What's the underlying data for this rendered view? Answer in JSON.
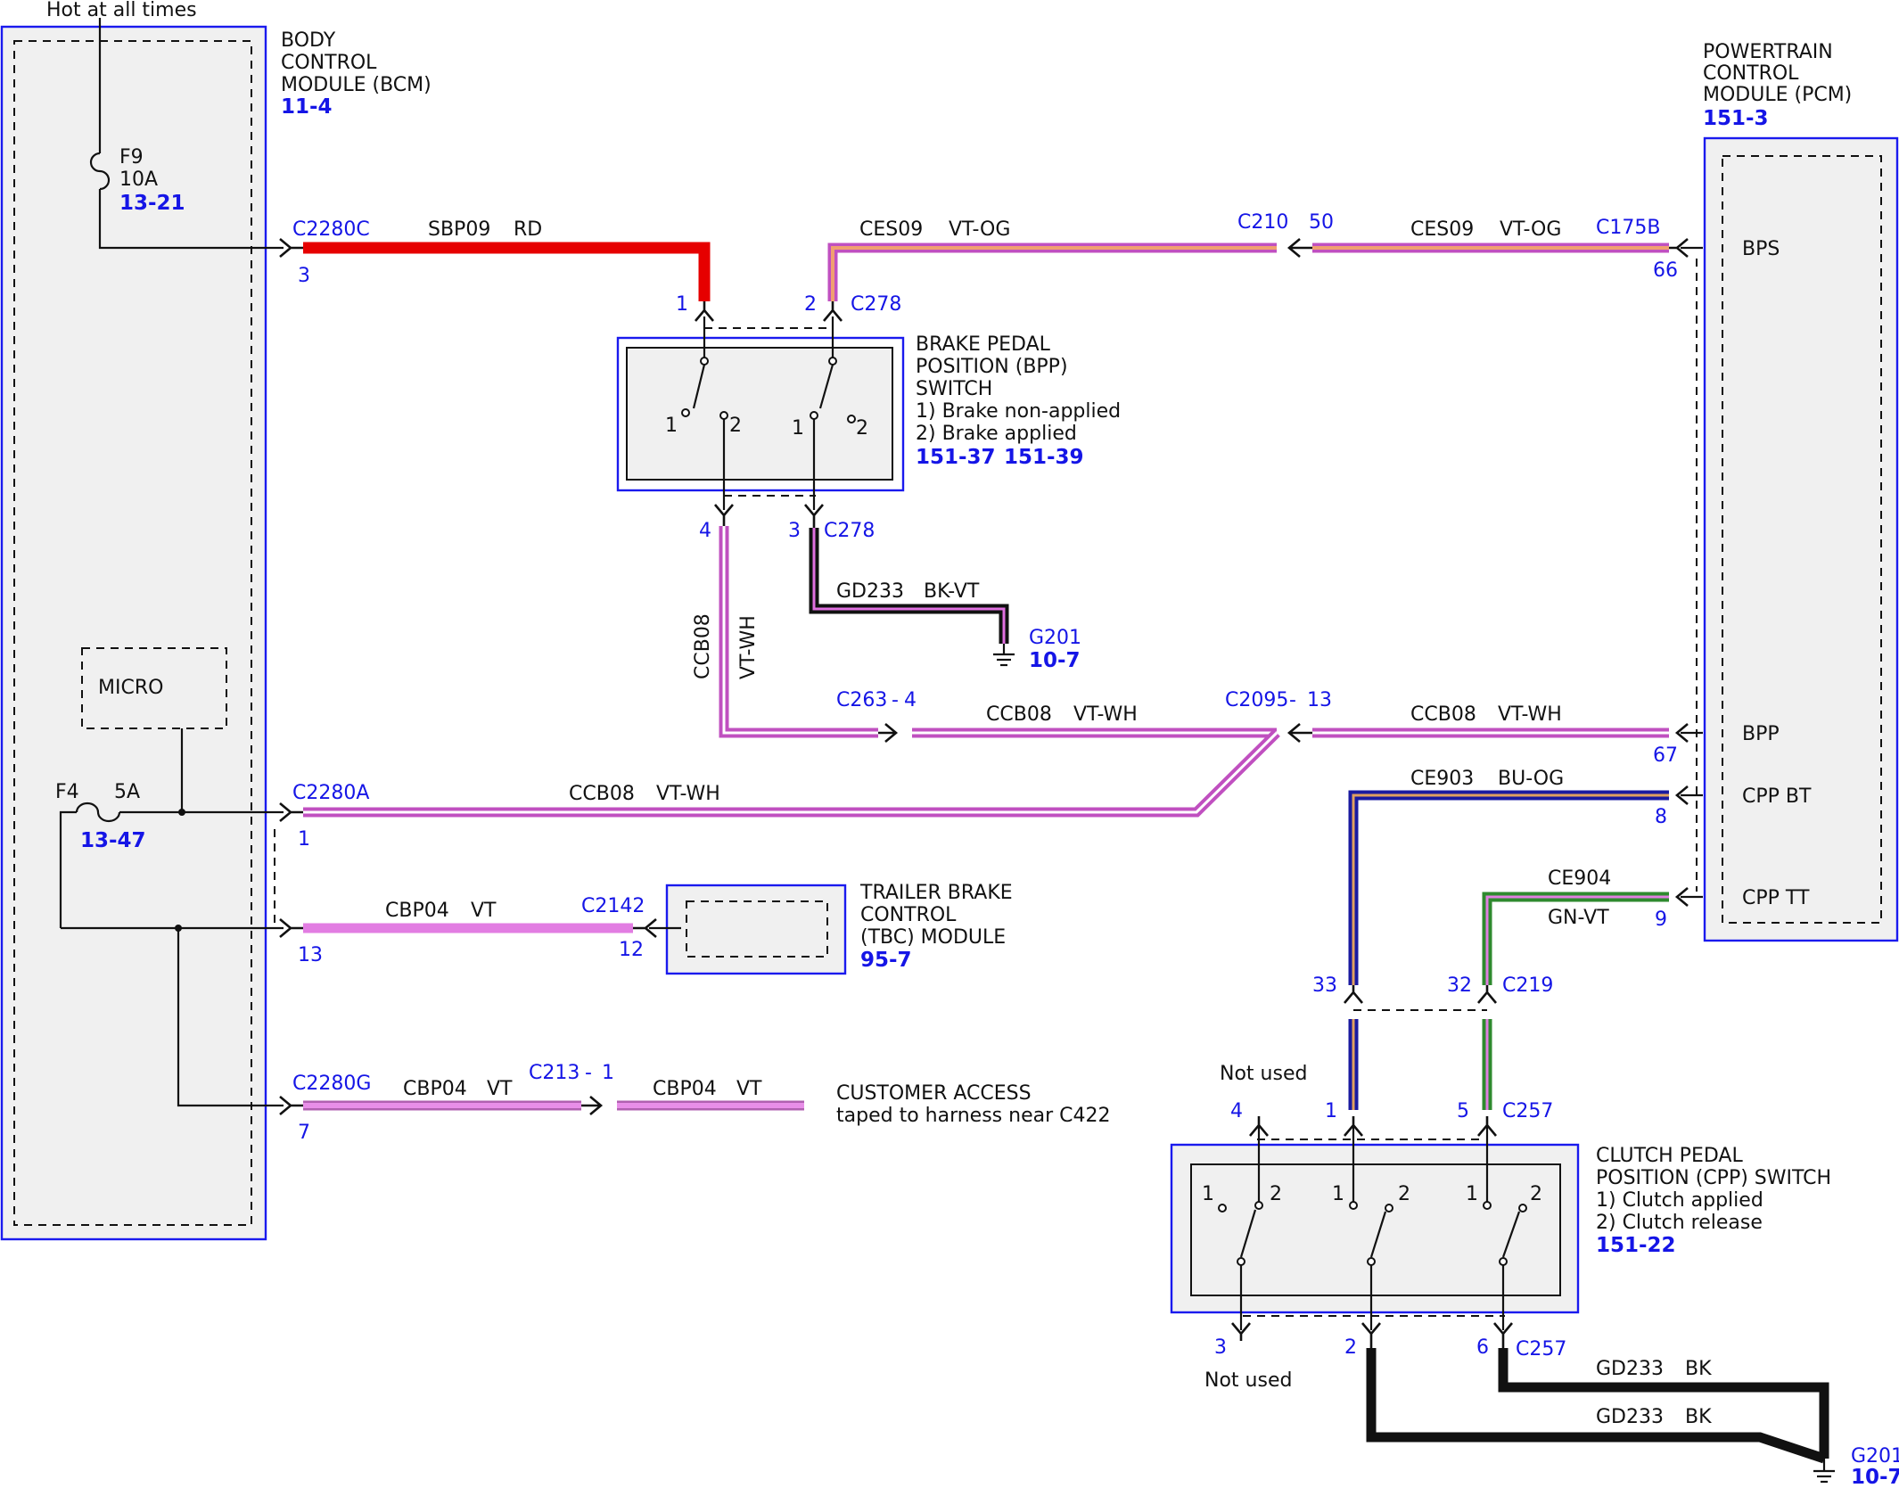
{
  "colors": {
    "blue": "#1515e6",
    "red": "#e60000",
    "pink": "#e68ae6",
    "violet": "#e27de2",
    "orange": "#f0a060",
    "navy": "#1a1aa0",
    "green": "#2e8a2e",
    "black": "#111111"
  },
  "header": {
    "hot": "Hot at all times"
  },
  "bcm": {
    "line1": "BODY",
    "line2": "CONTROL",
    "line3": "MODULE (BCM)",
    "ref": "11-4",
    "micro": "MICRO"
  },
  "f9": {
    "name": "F9",
    "rating": "10A",
    "ref": "13-21"
  },
  "f4": {
    "name": "F4",
    "rating": "5A",
    "ref": "13-47"
  },
  "pcm": {
    "line1": "POWERTRAIN",
    "line2": "CONTROL",
    "line3": "MODULE (PCM)",
    "ref": "151-3",
    "bps": "BPS",
    "bpp": "BPP",
    "cppbt": "CPP BT",
    "cpptt": "CPP TT"
  },
  "bpp": {
    "line1": "BRAKE PEDAL",
    "line2": "POSITION (BPP)",
    "line3": "SWITCH",
    "line4": "1) Brake non-applied",
    "line5": "2) Brake applied",
    "ref1": "151-37",
    "ref2": "151-39",
    "p1": "1",
    "p2": "2"
  },
  "tbc": {
    "line1": "TRAILER BRAKE",
    "line2": "CONTROL",
    "line3": "(TBC) MODULE",
    "ref": "95-7"
  },
  "cpp": {
    "line1": "CLUTCH PEDAL",
    "line2": "POSITION (CPP) SWITCH",
    "line3": "1) Clutch applied",
    "line4": "2) Clutch release",
    "ref": "151-22",
    "p1": "1",
    "p2": "2"
  },
  "customer": {
    "line1": "CUSTOMER ACCESS",
    "line2": "taped to harness near C422"
  },
  "notused": "Not used",
  "connectors": {
    "c2280c": "C2280C",
    "c2280a": "C2280A",
    "c2280g": "C2280G",
    "c278": "C278",
    "c210": "C210",
    "c175b": "C175B",
    "c263": "C263",
    "c2095": "C2095",
    "c2142": "C2142",
    "c213": "C213",
    "c219": "C219",
    "c257": "C257",
    "g201": "G201",
    "g201ref": "10-7"
  },
  "dash_sep": "-",
  "pins": {
    "p3": "3",
    "p1": "1",
    "p2": "2",
    "p4": "4",
    "p50": "50",
    "p66": "66",
    "p67": "67",
    "p8": "8",
    "p9": "9",
    "p13": "13",
    "p12": "12",
    "p7": "7",
    "p33": "33",
    "p32": "32",
    "p5": "5",
    "p6": "6"
  },
  "wires": {
    "sbp09": "SBP09",
    "rd": "RD",
    "ces09": "CES09",
    "vtog": "VT-OG",
    "ccb08": "CCB08",
    "vtwh": "VT-WH",
    "gd233": "GD233",
    "bkvt": "BK-VT",
    "bk": "BK",
    "ce903": "CE903",
    "buog": "BU-OG",
    "ce904": "CE904",
    "gnvt": "GN-VT",
    "cbp04": "CBP04",
    "vt": "VT"
  }
}
